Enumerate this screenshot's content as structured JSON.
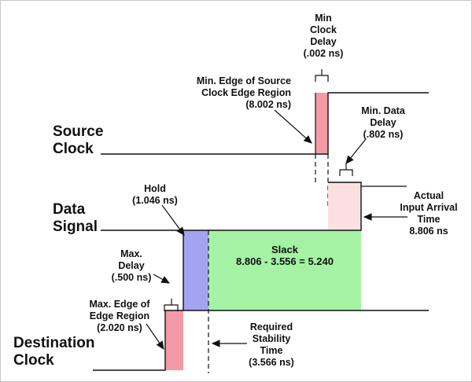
{
  "signals": {
    "source_clock": "Source\nClock",
    "data_signal": "Data\nSignal",
    "destination_clock": "Destination\nClock"
  },
  "annotations": {
    "min_clock_delay": "Min\nClock\nDelay\n(.002 ns)",
    "min_edge_source": "Min. Edge of Source\nClock Edge Region\n(8.002 ns)",
    "min_data_delay": "Min. Data\nDelay\n(.802 ns)",
    "actual_input_arrival": "Actual\nInput Arrival\nTime\n8.806 ns",
    "hold": "Hold\n(1.046 ns)",
    "slack_title": "Slack",
    "slack_equation": "8.806 - 3.556 = 5.240",
    "max_delay": "Max.\nDelay\n(.500 ns)",
    "max_edge": "Max. Edge of\nEdge Region\n(2.020 ns)",
    "required_stability": "Required\nStability\nTime\n(3.566 ns)"
  },
  "colors": {
    "pink": "#f49aa6",
    "light_pink": "#fbe0e2",
    "blue": "#a3a4f1",
    "green": "#a4f3a4",
    "line": "#111111"
  }
}
